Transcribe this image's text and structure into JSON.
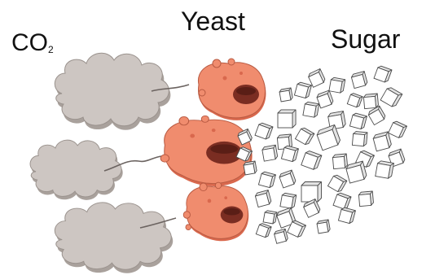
{
  "labels": {
    "co2_main": "CO",
    "co2_sub": "2",
    "yeast": "Yeast",
    "sugar": "Sugar"
  },
  "colors": {
    "cloud_fill": "#cdc6c2",
    "cloud_shadow": "#a9a19c",
    "yeast_fill": "#f08c6e",
    "yeast_shadow": "#d9684d",
    "mouth": "#7a2d22",
    "sugar_face": "#ffffff",
    "sugar_side": "#e3e3e3",
    "outline": "#4a4a4a"
  },
  "icons": [
    "co2-cloud-icon",
    "yeast-cell-icon",
    "sugar-cube-icon",
    "tether-line"
  ]
}
